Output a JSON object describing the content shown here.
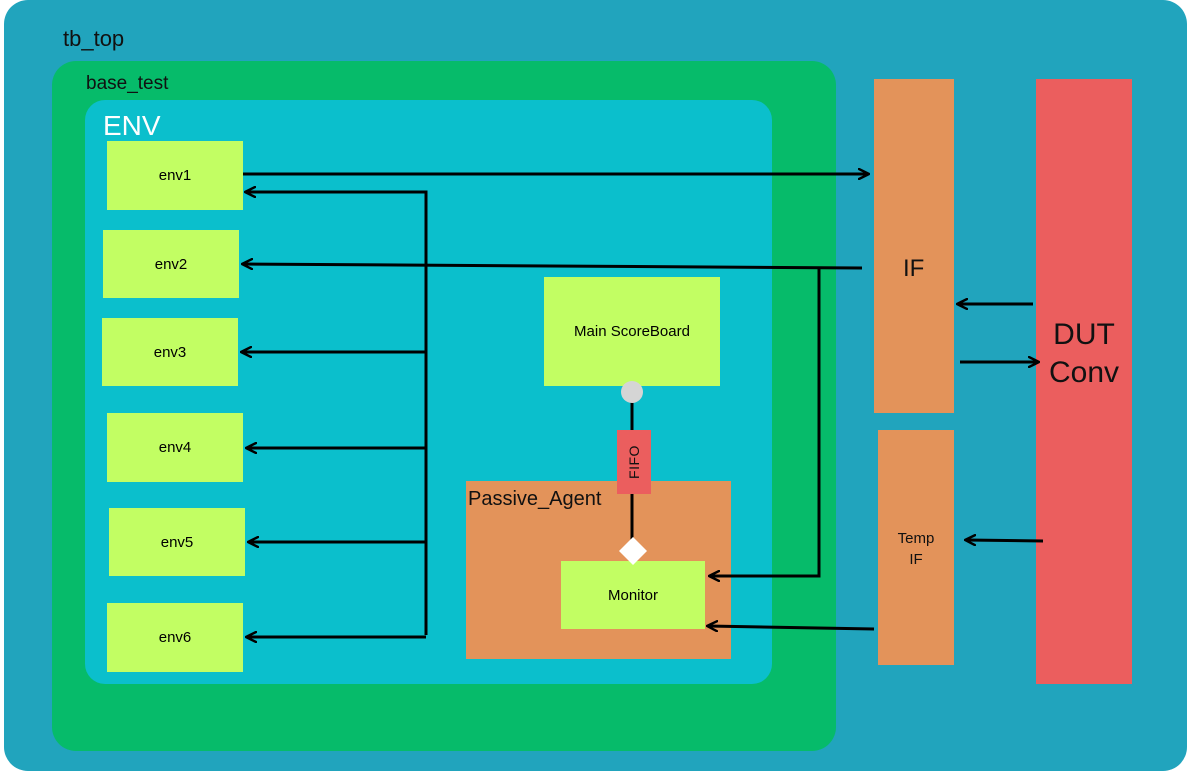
{
  "containers": {
    "tb_top": "tb_top",
    "base_test": "base_test",
    "env": "ENV",
    "passive_agent": "Passive_Agent"
  },
  "envs": [
    "env1",
    "env2",
    "env3",
    "env4",
    "env5",
    "env6"
  ],
  "blocks": {
    "scoreboard": "Main ScoreBoard",
    "monitor": "Monitor",
    "fifo": "FIFO",
    "if_label": "IF",
    "temp_if_line1": "Temp",
    "temp_if_line2": "IF",
    "dut_line1": "DUT",
    "dut_line2": "Conv"
  },
  "colors": {
    "tb_top": "#21a4bd",
    "base_test": "#06bb6a",
    "env": "#0bbfcc",
    "component": "#c2fe63",
    "interface": "#e3935a",
    "dut": "#eb5e5e",
    "wire": "#000000"
  }
}
